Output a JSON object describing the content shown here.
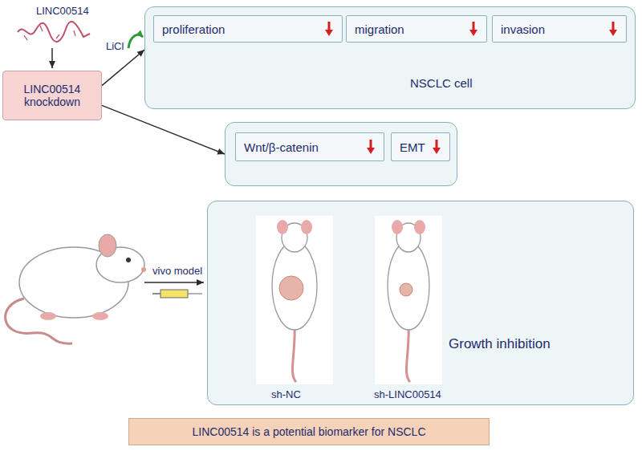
{
  "diagram": {
    "nodes": [
      {
        "text": [
          "LINC00514 knockdown"
        ]
      },
      {
        "text": [
          "NSCLC cell"
        ]
      },
      {
        "text": [
          "proliferation"
        ],
        "in": 1
      },
      {
        "text": [
          "migration"
        ],
        "in": 1
      },
      {
        "text": [
          "invasion"
        ],
        "in": 1
      },
      {
        "text": []
      },
      {
        "text": [
          "Wnt/β-catenin"
        ],
        "in": 5
      },
      {
        "text": [
          "EMT"
        ],
        "in": 5
      },
      {
        "text": [
          "Growth inhibition"
        ]
      },
      {
        "text": [
          "LINC00514 is a potential biomarker  for NSCLC"
        ]
      }
    ],
    "edges": [
      {
        "from": 0,
        "to": 1,
        "arrow": "to",
        "label": "LiCl"
      },
      {
        "from": 0,
        "to": 5,
        "arrow": "to"
      }
    ],
    "labels": [
      "LINC00514",
      "vivo model",
      "sh-NC",
      "sh-LINC00514"
    ]
  }
}
